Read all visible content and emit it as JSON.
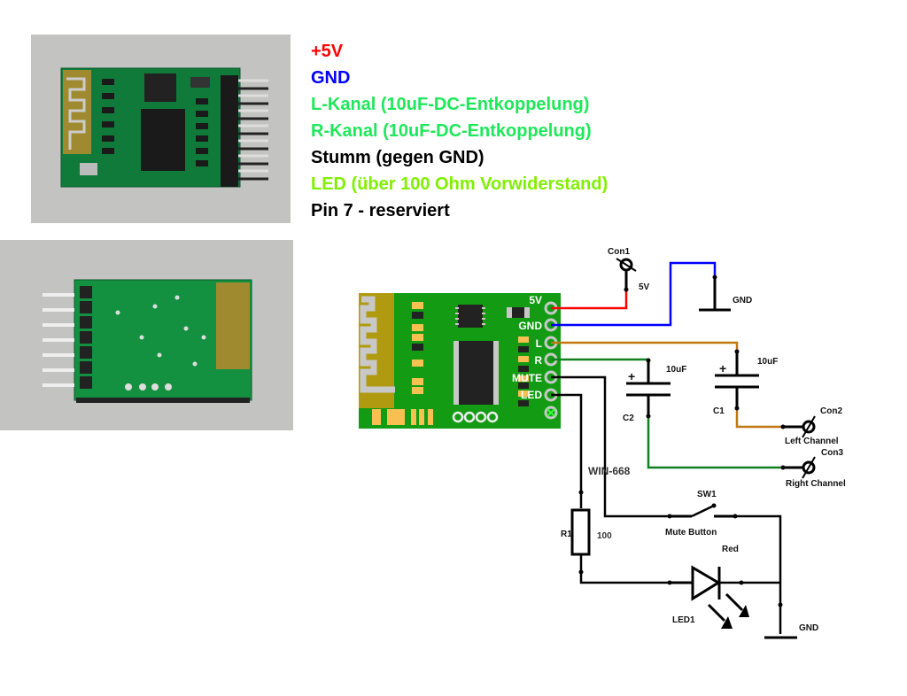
{
  "photos": {
    "top": {
      "label": "Module photo, component side"
    },
    "bottom": {
      "label": "Module photo, solder side"
    }
  },
  "pin_legend": [
    {
      "text": "+5V",
      "color": "#ff0000"
    },
    {
      "text": "GND",
      "color": "#0000ff"
    },
    {
      "text": "L-Kanal (10uF-DC-Entkoppelung)",
      "color": "#1ee85a"
    },
    {
      "text": "R-Kanal (10uF-DC-Entkoppelung)",
      "color": "#1ee85a"
    },
    {
      "text": "Stumm (gegen GND)",
      "color": "#000000"
    },
    {
      "text": "LED (über 100 Ohm Vorwiderstand)",
      "color": "#80f000"
    },
    {
      "text": "Pin 7 - reserviert",
      "color": "#000000"
    }
  ],
  "schematic": {
    "module_name": "WIN-668",
    "module_pins": [
      "5V",
      "GND",
      "L",
      "R",
      "MUTE",
      "LED"
    ],
    "colors": {
      "board": "#139b13",
      "antenna": "#b09a10",
      "wire_5v": "#ff0000",
      "wire_gnd": "#0000ff",
      "wire_l": "#c07810",
      "wire_r": "#108020",
      "wire": "#000000"
    },
    "con1": {
      "ref": "Con1",
      "value": "5V"
    },
    "gnd_top": {
      "label": "GND"
    },
    "c1": {
      "ref": "C1",
      "value": "10uF",
      "polarity": "+"
    },
    "c2": {
      "ref": "C2",
      "value": "10uF",
      "polarity": "+"
    },
    "con2": {
      "ref": "Con2",
      "label": "Left Channel"
    },
    "con3": {
      "ref": "Con3",
      "label": "Right Channel"
    },
    "sw1": {
      "ref": "SW1",
      "label": "Mute Button"
    },
    "r1": {
      "ref": "R1",
      "value": "100"
    },
    "led1": {
      "ref": "LED1",
      "value": "Red"
    },
    "gnd_bottom": {
      "label": "GND"
    }
  }
}
